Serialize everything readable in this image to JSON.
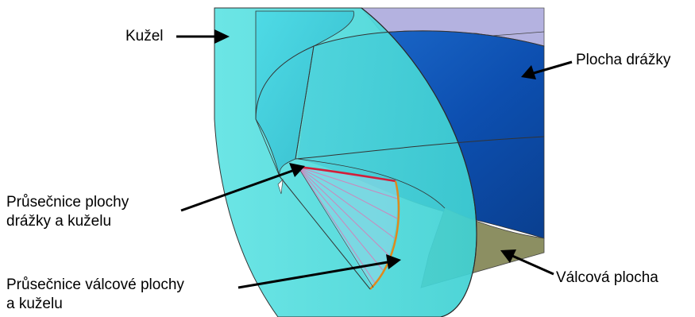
{
  "labels": {
    "cone": "Kužel",
    "groove_surface": "Plocha drážky",
    "groove_cone_intersection": [
      "Průsečnice plochy",
      "drážky a kuželu"
    ],
    "cylindrical_surface": "Válcová plocha",
    "cylinder_cone_intersection": [
      "Průsečnice válcové plochy",
      "a kuželu"
    ]
  },
  "colors": {
    "cone": "#3fd3d6",
    "groove": "#0d4fb0",
    "cylinder": "#8a8a5e",
    "groove_intersection": "#d11f3a",
    "cylinder_intersection": "#e0891c",
    "hatch": "#d47fb8"
  }
}
